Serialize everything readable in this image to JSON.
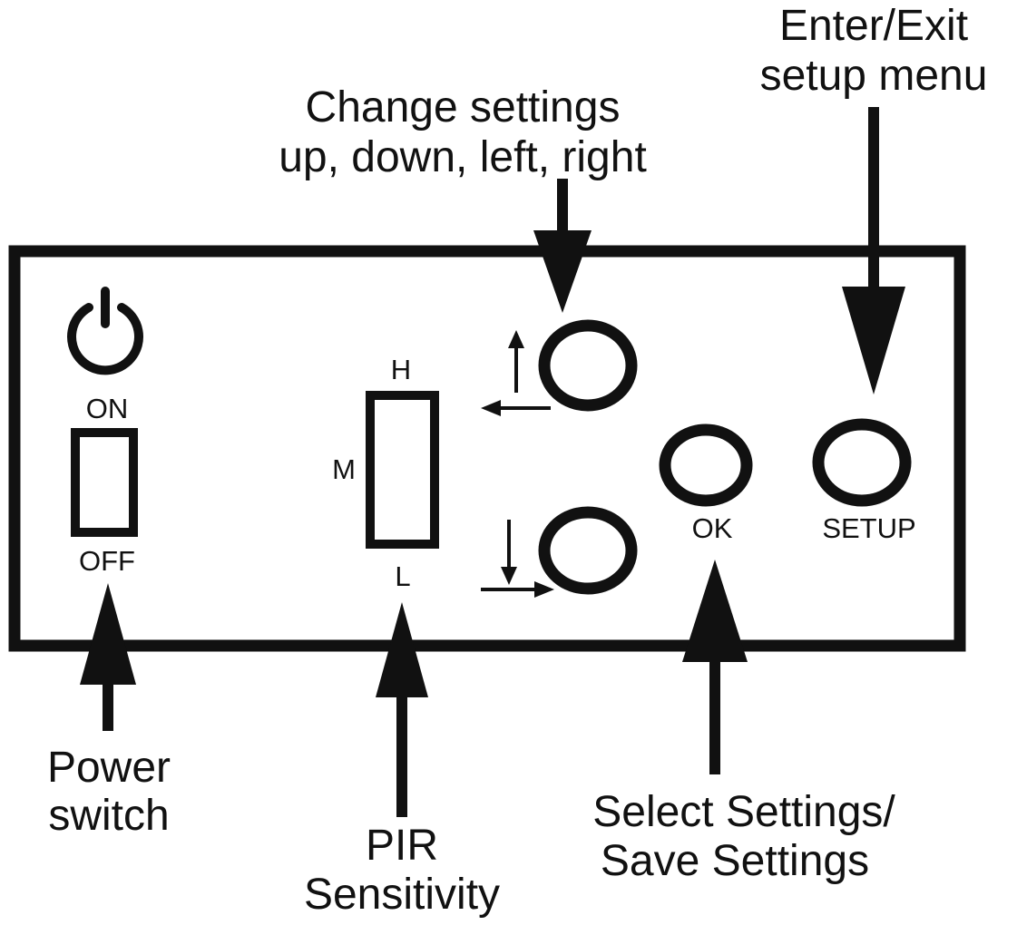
{
  "callouts": {
    "enter_exit": [
      "Enter/Exit",
      "setup menu"
    ],
    "change_settings": [
      "Change settings",
      "up, down, left, right"
    ],
    "power_switch": [
      "Power",
      "switch"
    ],
    "pir_sensitivity": [
      "PIR",
      "Sensitivity"
    ],
    "select_save": [
      "Select Settings/",
      "Save Settings"
    ]
  },
  "panel": {
    "power": {
      "on_label": "ON",
      "off_label": "OFF",
      "icon": "power-icon"
    },
    "pir_switch": {
      "high_label": "H",
      "mid_label": "M",
      "low_label": "L"
    },
    "buttons": {
      "up_left_icon": "arrow-up-left-icon",
      "down_right_icon": "arrow-down-right-icon",
      "ok_label": "OK",
      "setup_label": "SETUP"
    }
  },
  "colors": {
    "ink": "#111111",
    "background": "#ffffff"
  }
}
